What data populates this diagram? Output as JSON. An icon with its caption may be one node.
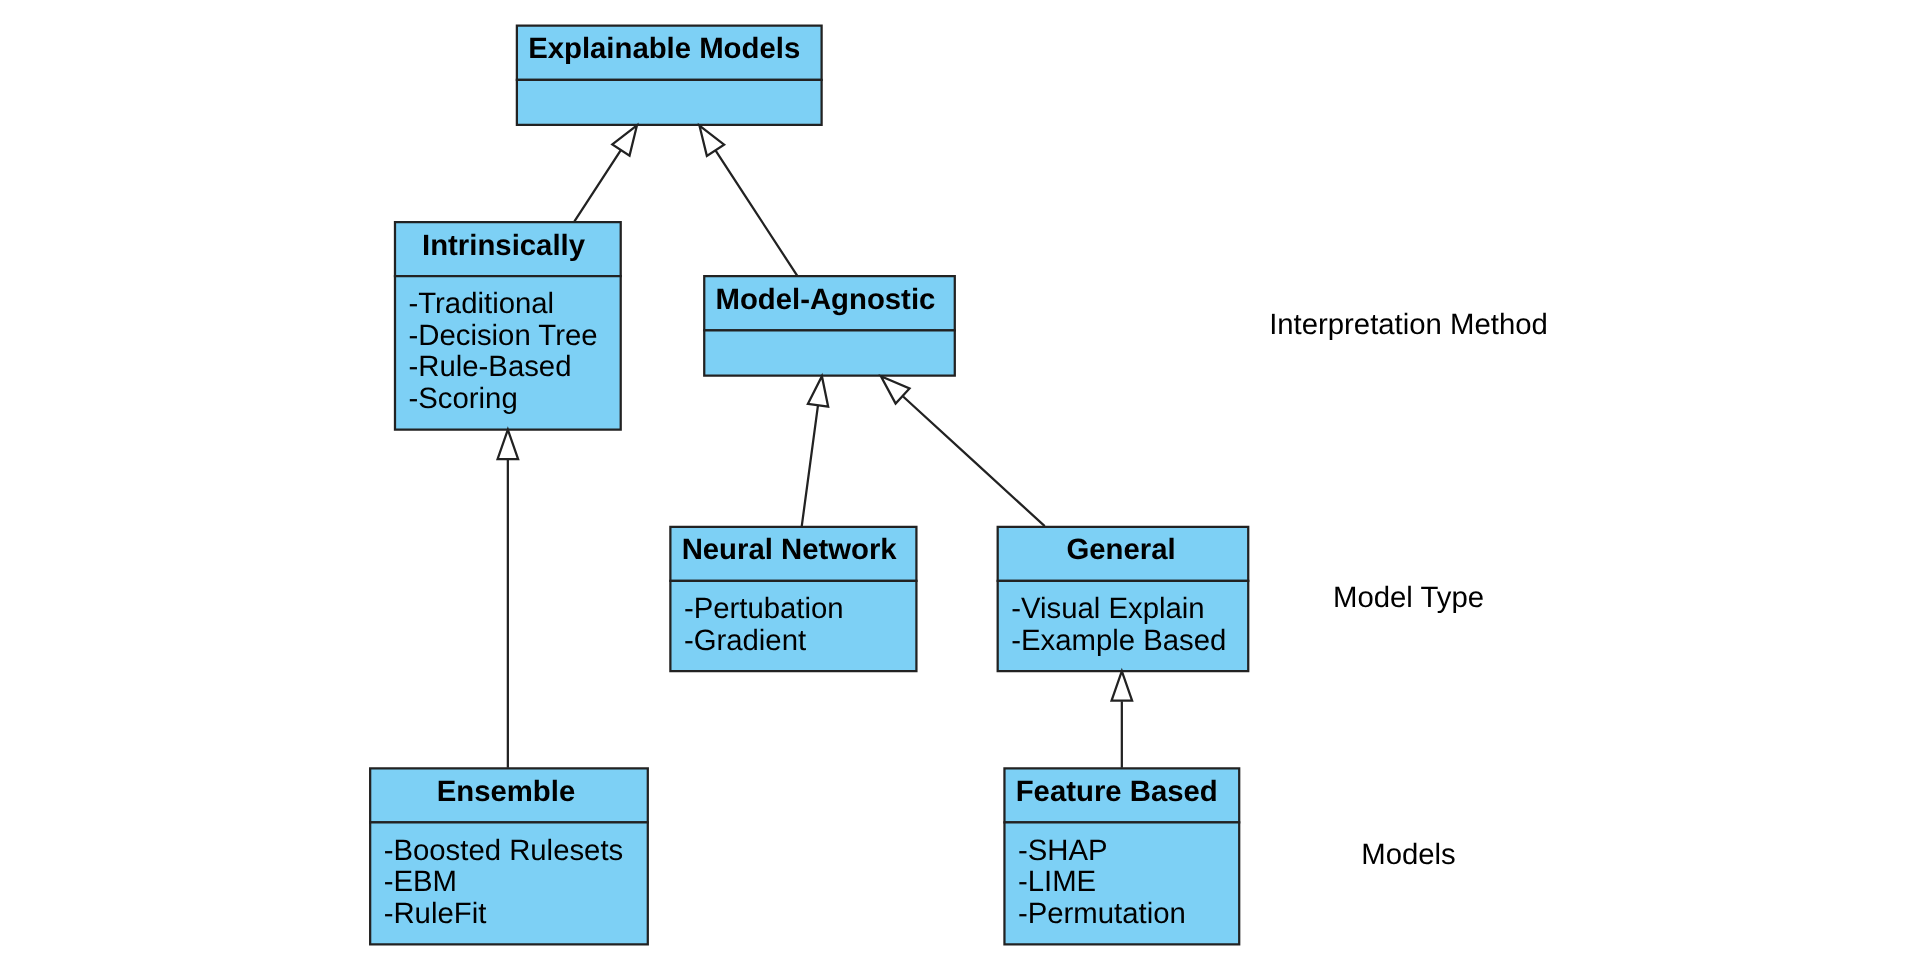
{
  "diagram": {
    "nodes": [
      {
        "text": [
          "Explainable Models"
        ]
      },
      {
        "text": [
          "Intrinsically",
          "-Traditional",
          "-Decision Tree",
          "-Rule-Based",
          "-Scoring"
        ]
      },
      {
        "text": [
          "Model-Agnostic"
        ]
      },
      {
        "text": [
          "Neural Network",
          "-Pertubation",
          "-Gradient"
        ]
      },
      {
        "text": [
          "General",
          "-Visual Explain",
          "-Example Based"
        ]
      },
      {
        "text": [
          "Ensemble",
          "-Boosted Rulesets",
          "-EBM",
          "-RuleFit"
        ]
      },
      {
        "text": [
          "Feature Based",
          "-SHAP",
          "-LIME",
          "-Permutation"
        ]
      }
    ],
    "edges": [
      {
        "from": 1,
        "to": 0,
        "arrow": "to"
      },
      {
        "from": 2,
        "to": 0,
        "arrow": "to"
      },
      {
        "from": 3,
        "to": 2,
        "arrow": "to"
      },
      {
        "from": 4,
        "to": 2,
        "arrow": "to"
      },
      {
        "from": 5,
        "to": 1,
        "arrow": "to"
      },
      {
        "from": 6,
        "to": 4,
        "arrow": "to"
      }
    ],
    "labels": [
      "Interpretation Method",
      "Model Type",
      "Models"
    ]
  }
}
